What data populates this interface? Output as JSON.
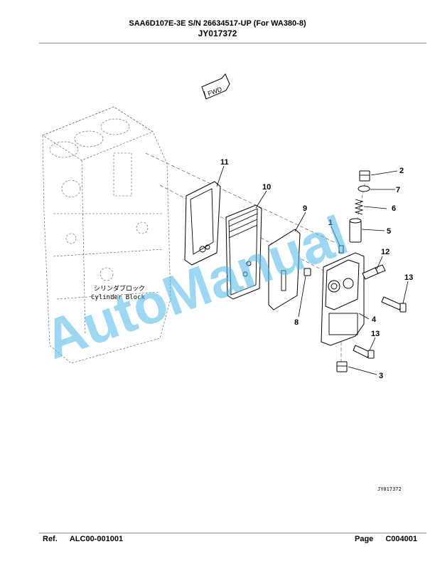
{
  "header": {
    "title": "SAA6D107E-3E S/N 26634517-UP (For WA380-8)",
    "figure_code": "JY017372"
  },
  "diagram": {
    "fwd_label": "FWD",
    "block_label_jp": "シリンダブロック",
    "block_label_en": "Cylinder Block",
    "drawing_number": "JY017372",
    "watermark": "AutoManual",
    "callouts": [
      "1",
      "2",
      "3",
      "4",
      "5",
      "6",
      "7",
      "8",
      "9",
      "10",
      "11",
      "12",
      "13",
      "13"
    ]
  },
  "footer": {
    "ref_label": "Ref.",
    "ref_value": "ALC00-001001",
    "page_label": "Page",
    "page_value": "C004001"
  }
}
